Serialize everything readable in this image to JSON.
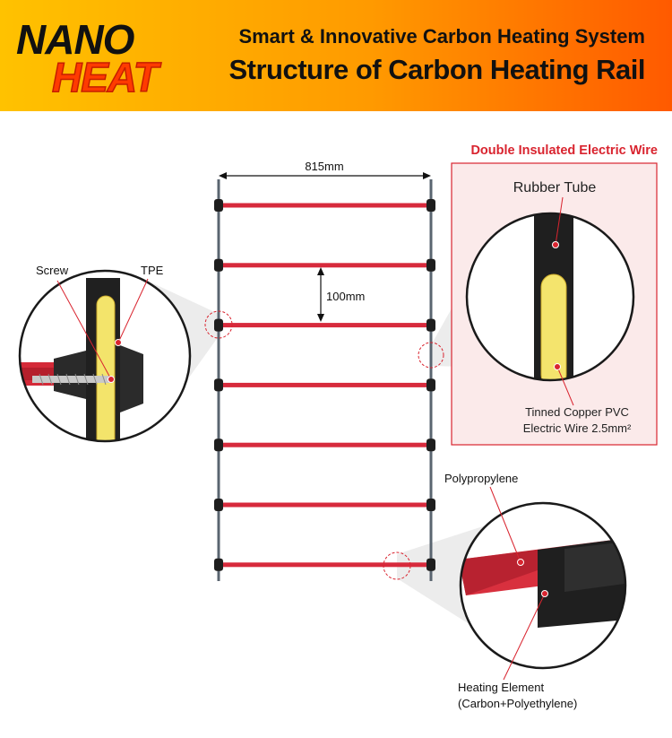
{
  "brand": {
    "line1": "NANO",
    "line2": "HEAT"
  },
  "header": {
    "subtitle": "Smart & Innovative Carbon Heating System",
    "title": "Structure of Carbon Heating Rail"
  },
  "labels": {
    "width": "815mm",
    "spacing": "100mm",
    "screw": "Screw",
    "tpe": "TPE",
    "box_title": "Double Insulated Electric Wire",
    "rubber_tube": "Rubber Tube",
    "wire_line1": "Tinned Copper PVC",
    "wire_line2": "Electric Wire 2.5mm²",
    "polypropylene": "Polypropylene",
    "heating_line1": "Heating Element",
    "heating_line2": "(Carbon+Polyethylene)"
  },
  "rail_count": 7,
  "colors": {
    "accent": "#d9242f",
    "rail": "#d72a3c",
    "yellow": "#f5e66a",
    "dark": "#1c1c1c"
  }
}
